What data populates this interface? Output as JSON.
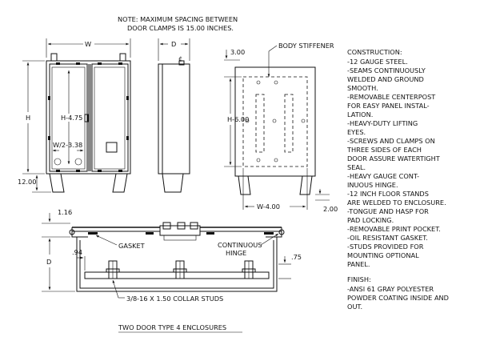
{
  "note": {
    "line1": "NOTE: MAXIMUM SPACING BETWEEN",
    "line2": "DOOR CLAMPS IS 15.00 INCHES."
  },
  "front_view": {
    "width_label": "W",
    "height_label": "H",
    "inner_height_label": "H-4.75",
    "half_width_label": "W/2-3.38",
    "stand_height_label": "12.00"
  },
  "side_view": {
    "depth_label": "D",
    "centerline_label": "¢"
  },
  "rear_view": {
    "top_offset_label": "3.00",
    "stiffener_label": "BODY STIFFENER",
    "inner_height_label": "H-6.00",
    "inner_width_label": "W-4.00",
    "bottom_label": "2.00"
  },
  "section_view": {
    "top_offset_label": "1.16",
    "depth_label": "D",
    "gasket_label": "GASKET",
    "hinge_label_1": "CONTINUOUS",
    "hinge_label_2": "HINGE",
    "left_offset_label": ".94",
    "right_offset_label": ".75",
    "studs_label": "3/8-16 X 1.50 COLLAR STUDS"
  },
  "title": "TWO DOOR TYPE 4 ENCLOSURES",
  "construction": {
    "heading": "CONSTRUCTION:",
    "lines": [
      "-12 GAUGE STEEL.",
      "-SEAMS CONTINUOUSLY",
      "WELDED AND GROUND",
      "SMOOTH.",
      "-REMOVABLE CENTERPOST",
      "FOR EASY PANEL INSTAL-",
      "LATION.",
      "-HEAVY-DUTY LIFTING",
      "EYES.",
      "-SCREWS AND CLAMPS ON",
      "THREE SIDES OF EACH",
      "DOOR ASSURE WATERTIGHT",
      "SEAL.",
      "-HEAVY GAUGE CONT-",
      "INUOUS HINGE.",
      "-12 INCH FLOOR STANDS",
      "ARE WELDED TO ENCLOSURE.",
      "-TONGUE AND HASP FOR",
      "PAD LOCKING.",
      "-REMOVABLE PRINT POCKET.",
      "-OIL RESISTANT GASKET.",
      "-STUDS PROVIDED FOR",
      "MOUNTING OPTIONAL",
      "PANEL."
    ]
  },
  "finish": {
    "heading": "FINISH:",
    "lines": [
      "-ANSI 61 GRAY POLYESTER",
      "POWDER COATING INSIDE AND",
      "OUT."
    ]
  }
}
